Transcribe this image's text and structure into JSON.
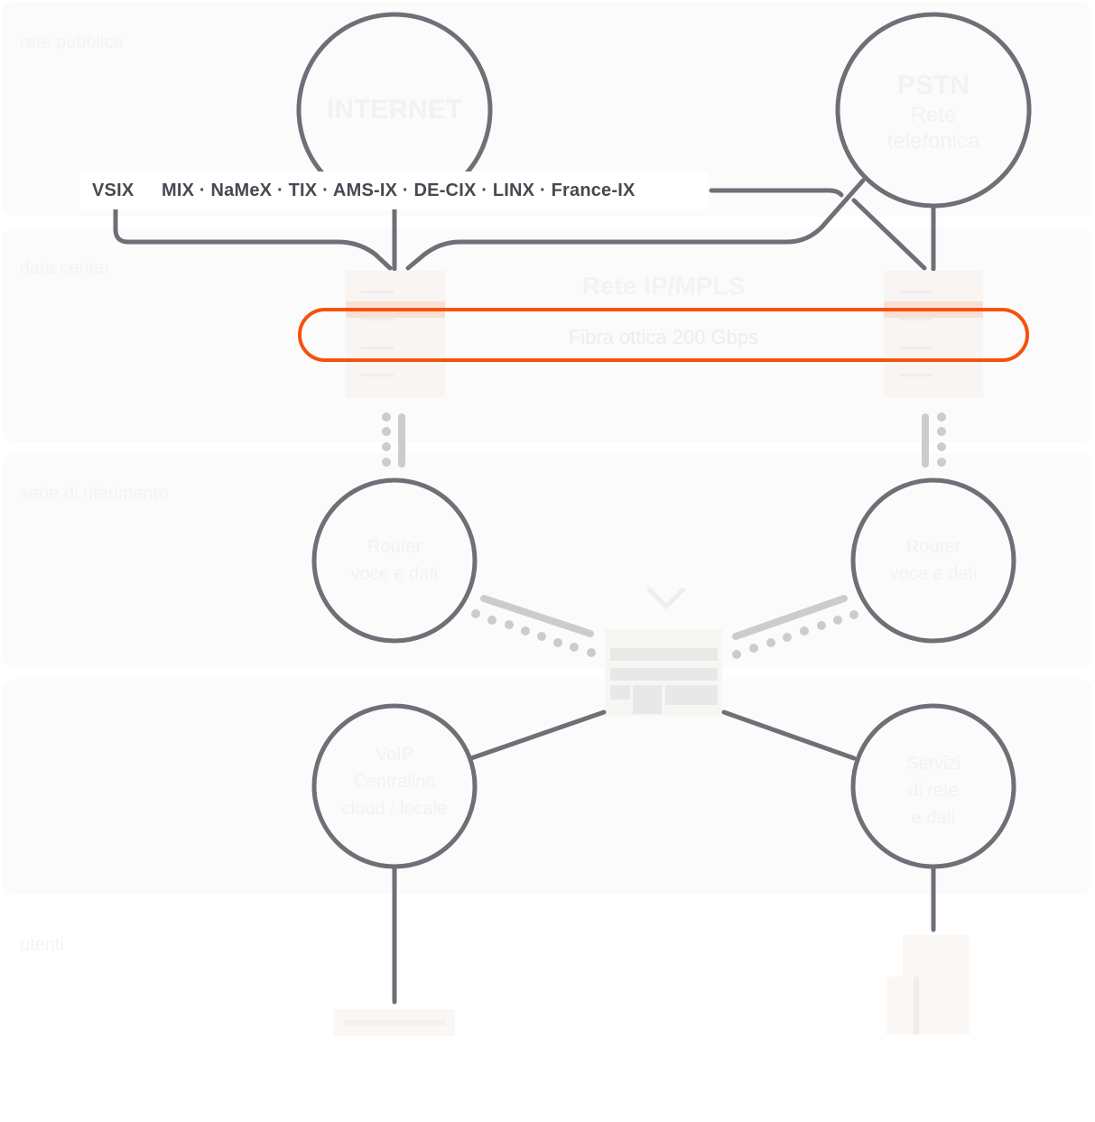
{
  "bands": [
    {
      "label": "rete pubblica"
    },
    {
      "label": "data center"
    },
    {
      "label": "sede di riferimento"
    },
    {
      "label": ""
    }
  ],
  "bottom_label": "utenti",
  "nodes": {
    "internet": {
      "title": "INTERNET"
    },
    "pstn": {
      "title": "PSTN",
      "subtitle_1": "Rete",
      "subtitle_2": "telefonica"
    },
    "left_mid": {
      "line1": "Router",
      "line2": "voce e dati"
    },
    "right_mid": {
      "line1": "Router",
      "line2": "voce e dati"
    },
    "left_bottom": {
      "line1": "VoIP",
      "line2": "Centralino",
      "line3": "cloud / locale"
    },
    "right_bottom": {
      "line1": "Servizi",
      "line2": "di rete",
      "line3": "e dati"
    }
  },
  "backbone": {
    "title": "Rete IP/MPLS",
    "subtitle": "Fibra ottica 200 Gbps"
  },
  "exchanges": {
    "first": "VSIX",
    "rest": "MIX · NaMeX · TIX · AMS-IX · DE-CIX · LINX · France-IX"
  },
  "colors": {
    "line": "#6d7076",
    "accent": "#f5520f",
    "band": "#fbfbfb",
    "text": "#454a51"
  }
}
